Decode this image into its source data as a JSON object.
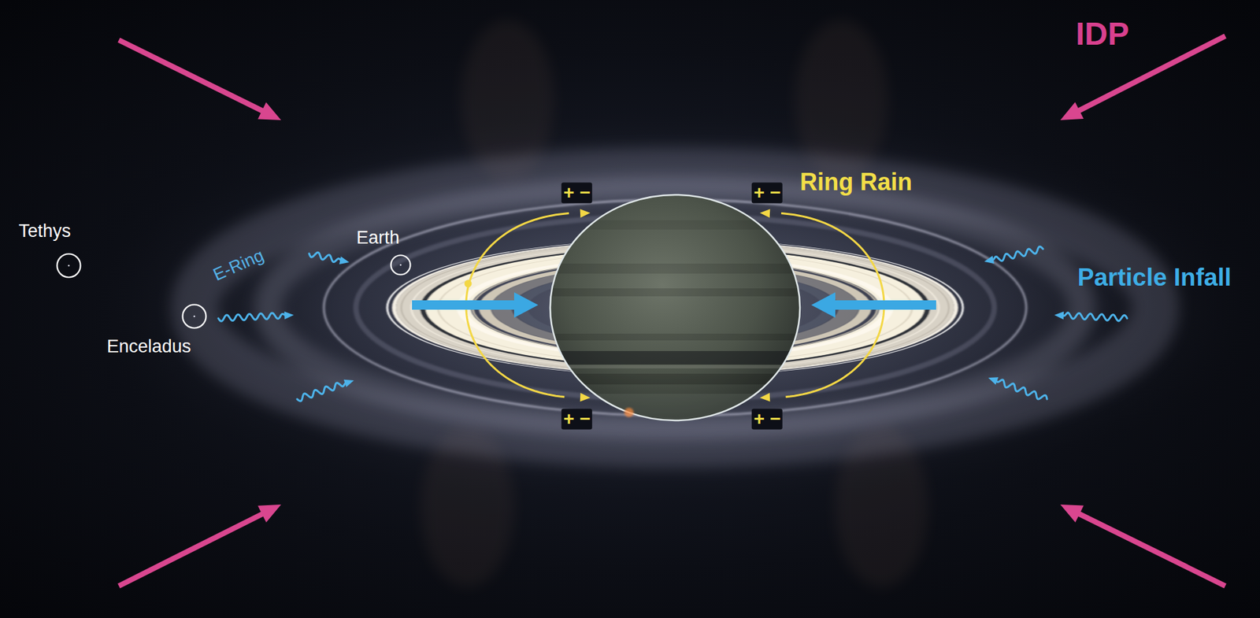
{
  "diagram": {
    "nodes": [
      {
        "text": [
          "Tethys"
        ]
      },
      {
        "text": [
          "Earth"
        ]
      },
      {
        "text": [
          "Enceladus"
        ]
      }
    ],
    "labels": [
      "IDP",
      "Ring Rain",
      "+ −",
      "+ −",
      "E-Ring",
      "Particle Infall",
      "+ −",
      "+ −"
    ]
  }
}
